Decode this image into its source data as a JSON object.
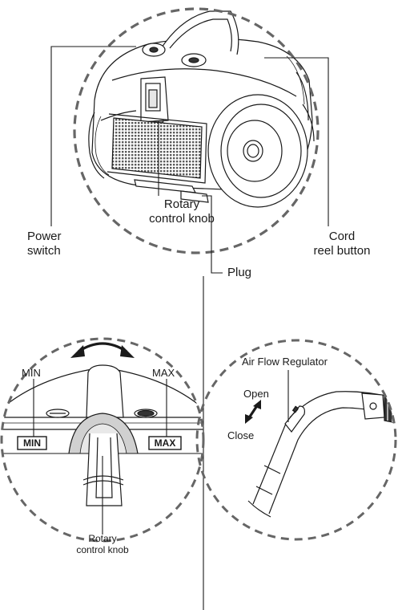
{
  "labels": {
    "rotary_knob_top_line1": "Rotary",
    "rotary_knob_top_line2": "control knob",
    "power_switch_line1": "Power",
    "power_switch_line2": "switch",
    "cord_reel_line1": "Cord",
    "cord_reel_line2": "reel button",
    "plug": "Plug",
    "min_top": "MIN",
    "max_top": "MAX",
    "min_box": "MIN",
    "max_box": "MAX",
    "rotary_knob_bottom_line1": "Rotary",
    "rotary_knob_bottom_line2": "control knob",
    "air_flow_regulator": "Air Flow Regulator",
    "open": "Open",
    "close": "Close"
  },
  "colors": {
    "line": "#1a1a1a",
    "dashed_circle": "#666666",
    "grille": "#6e6e6e",
    "knob_fill": "#d0d0d0"
  }
}
